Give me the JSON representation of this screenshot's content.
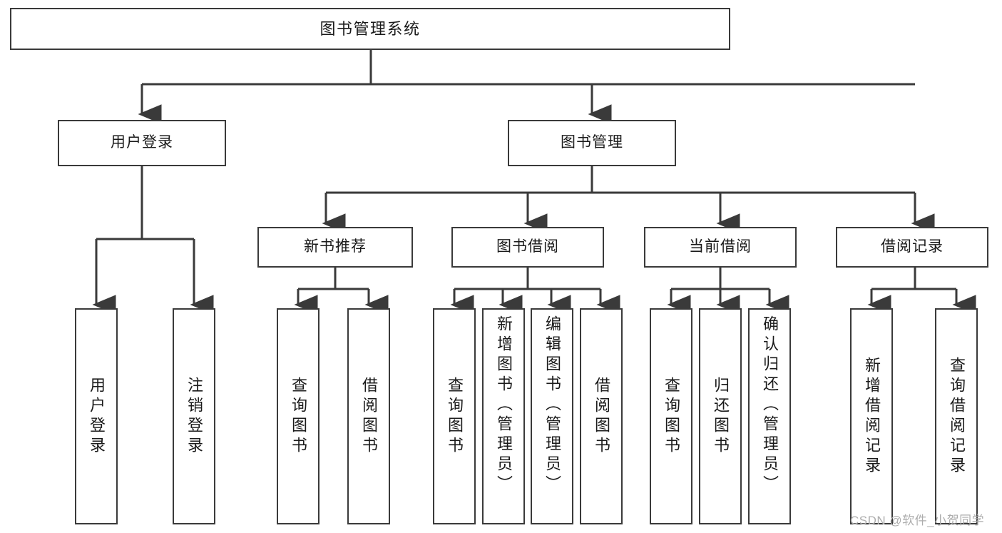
{
  "diagram": {
    "type": "tree",
    "title": "图书管理系统",
    "root": {
      "label": "图书管理系统"
    },
    "level1": [
      {
        "label": "用户登录"
      },
      {
        "label": "图书管理"
      }
    ],
    "level2": [
      {
        "label": "新书推荐"
      },
      {
        "label": "图书借阅"
      },
      {
        "label": "当前借阅"
      },
      {
        "label": "借阅记录"
      }
    ],
    "leaves": {
      "user_login": [
        {
          "label": "用户登录"
        },
        {
          "label": "注销登录"
        }
      ],
      "new_book_recommend": [
        {
          "label": "查询图书"
        },
        {
          "label": "借阅图书"
        }
      ],
      "book_borrow": [
        {
          "label": "查询图书"
        },
        {
          "label": "新增图书（管理员）"
        },
        {
          "label": "编辑图书（管理员）"
        },
        {
          "label": "借阅图书"
        }
      ],
      "current_borrow": [
        {
          "label": "查询图书"
        },
        {
          "label": "归还图书"
        },
        {
          "label": "确认归还（管理员）"
        }
      ],
      "borrow_record": [
        {
          "label": "新增借阅记录"
        },
        {
          "label": "查询借阅记录"
        }
      ]
    }
  },
  "watermark": {
    "text": "CSDN @软件_小贺同学"
  },
  "colors": {
    "stroke": "#3a3a3a",
    "background": "#ffffff",
    "text": "#1a1a1a",
    "watermark": "#adadad"
  }
}
